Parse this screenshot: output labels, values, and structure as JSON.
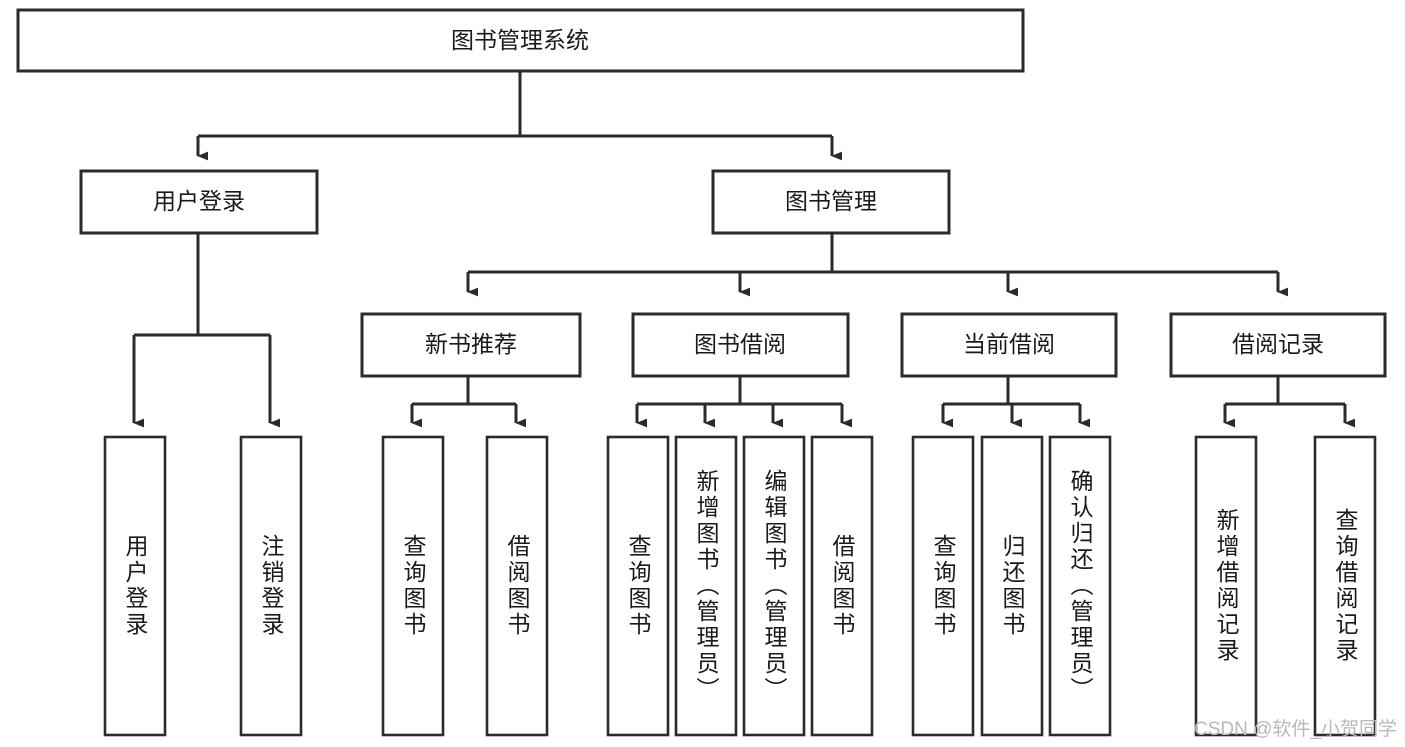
{
  "diagram": {
    "type": "tree-hierarchy",
    "title": "图书管理系统",
    "orientation": "top-down",
    "colors": {
      "box_stroke": "#2b2b2b",
      "box_fill": "#ffffff",
      "link_stroke": "#2b2b2b",
      "text": "#1a1a1a",
      "background": "#ffffff",
      "watermark": "#b9b9b9"
    },
    "levels": {
      "root": {
        "label": "图书管理系统"
      },
      "level2": [
        {
          "id": "user-login",
          "label": "用户登录"
        },
        {
          "id": "book-manage",
          "label": "图书管理"
        }
      ],
      "level3": [
        {
          "id": "new-book-recommend",
          "label": "新书推荐",
          "parent": "book-manage"
        },
        {
          "id": "book-borrow",
          "label": "图书借阅",
          "parent": "book-manage"
        },
        {
          "id": "current-borrow",
          "label": "当前借阅",
          "parent": "book-manage"
        },
        {
          "id": "borrow-record",
          "label": "借阅记录",
          "parent": "book-manage"
        }
      ],
      "leaves": [
        {
          "id": "leaf-user-login",
          "label": "用户登录",
          "parent": "user-login"
        },
        {
          "id": "leaf-logout-login",
          "label": "注销登录",
          "parent": "user-login"
        },
        {
          "id": "leaf-query-book-1",
          "label": "查询图书",
          "parent": "new-book-recommend"
        },
        {
          "id": "leaf-borrow-book-1",
          "label": "借阅图书",
          "parent": "new-book-recommend"
        },
        {
          "id": "leaf-query-book-2",
          "label": "查询图书",
          "parent": "book-borrow"
        },
        {
          "id": "leaf-add-book",
          "label": "新增图书（管理员）",
          "parent": "book-borrow"
        },
        {
          "id": "leaf-edit-book",
          "label": "编辑图书（管理员）",
          "parent": "book-borrow"
        },
        {
          "id": "leaf-borrow-book-2",
          "label": "借阅图书",
          "parent": "book-borrow"
        },
        {
          "id": "leaf-query-book-3",
          "label": "查询图书",
          "parent": "current-borrow"
        },
        {
          "id": "leaf-return-book",
          "label": "归还图书",
          "parent": "current-borrow"
        },
        {
          "id": "leaf-confirm-return",
          "label": "确认归还（管理员）",
          "parent": "current-borrow"
        },
        {
          "id": "leaf-add-record",
          "label": "新增借阅记录",
          "parent": "borrow-record"
        },
        {
          "id": "leaf-query-record",
          "label": "查询借阅记录",
          "parent": "borrow-record"
        }
      ]
    }
  },
  "watermark": {
    "text": "CSDN @软件_小贺同学"
  }
}
